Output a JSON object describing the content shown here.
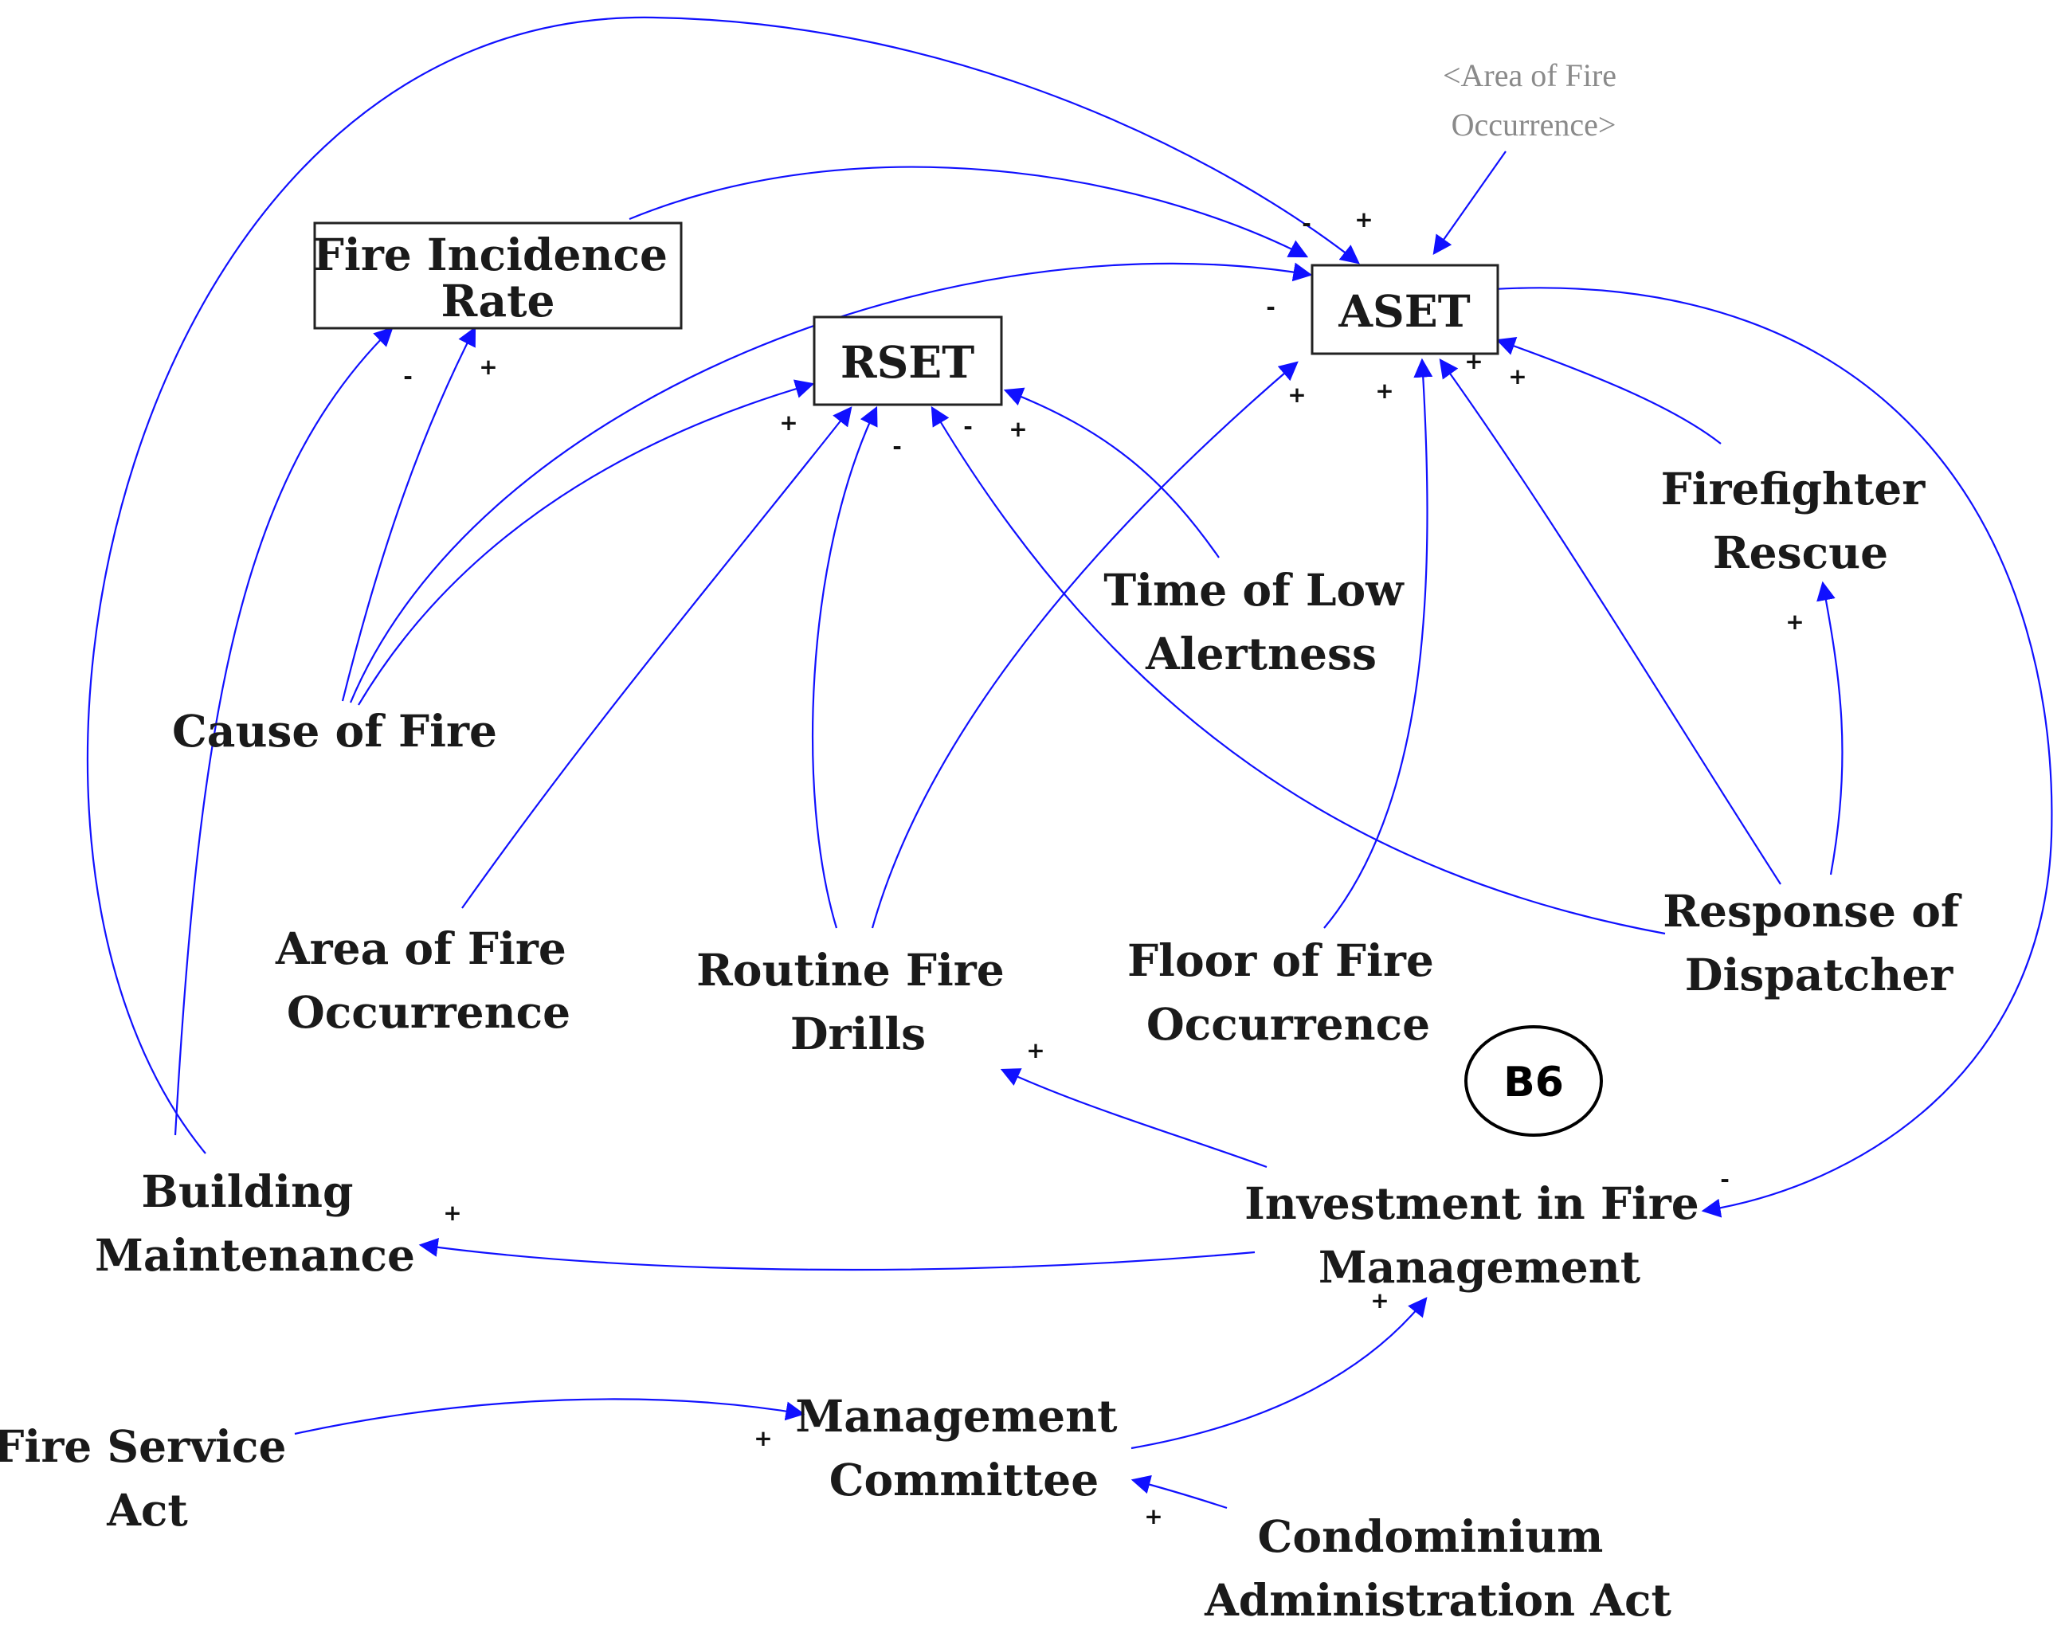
{
  "stocks": {
    "fire_incidence_rate": [
      "Fire Incidence",
      "Rate"
    ],
    "rset": [
      "RSET"
    ],
    "aset": [
      "ASET"
    ]
  },
  "variables": {
    "cause_of_fire": [
      "Cause of Fire"
    ],
    "time_of_low_alertness": [
      "Time of Low",
      "Alertness"
    ],
    "firefighter_rescue": [
      "Firefighter",
      "Rescue"
    ],
    "area_of_fire_occurrence": [
      "Area of Fire",
      "Occurrence"
    ],
    "routine_fire_drills": [
      "Routine Fire",
      "Drills"
    ],
    "floor_of_fire_occurrence": [
      "Floor of Fire",
      "Occurrence"
    ],
    "response_of_dispatcher": [
      "Response of",
      "Dispatcher"
    ],
    "building_maintenance": [
      "Building",
      "Maintenance"
    ],
    "investment_in_fire_management": [
      "Investment in Fire",
      "Management"
    ],
    "fire_service_act": [
      "Fire Service",
      "Act"
    ],
    "management_committee": [
      "Management",
      "Committee"
    ],
    "condominium_administration_act": [
      "Condominium",
      "Administration Act"
    ]
  },
  "shadow_variable": [
    "<Area of Fire",
    "Occurrence>"
  ],
  "loop": {
    "label": "B6"
  },
  "links": [
    {
      "from": "building_maintenance",
      "to": "aset",
      "polarity": "-"
    },
    {
      "from": "fire_incidence_rate",
      "to": "aset",
      "polarity": "+"
    },
    {
      "from": "shadow_area_of_fire_occurrence",
      "to": "aset",
      "polarity": ""
    },
    {
      "from": "cause_of_fire",
      "to": "aset",
      "polarity": "-"
    },
    {
      "from": "building_maintenance",
      "to": "fire_incidence_rate",
      "polarity": "-"
    },
    {
      "from": "cause_of_fire",
      "to": "fire_incidence_rate",
      "polarity": "+"
    },
    {
      "from": "cause_of_fire",
      "to": "rset",
      "polarity": "+"
    },
    {
      "from": "area_of_fire_occurrence",
      "to": "rset",
      "polarity": ""
    },
    {
      "from": "routine_fire_drills",
      "to": "rset",
      "polarity": "-"
    },
    {
      "from": "response_of_dispatcher",
      "to": "rset",
      "polarity": "-"
    },
    {
      "from": "time_of_low_alertness",
      "to": "rset",
      "polarity": "+"
    },
    {
      "from": "routine_fire_drills",
      "to": "aset",
      "polarity": "+"
    },
    {
      "from": "floor_of_fire_occurrence",
      "to": "aset",
      "polarity": "+"
    },
    {
      "from": "response_of_dispatcher",
      "to": "aset",
      "polarity": "+"
    },
    {
      "from": "firefighter_rescue",
      "to": "aset",
      "polarity": "+"
    },
    {
      "from": "response_of_dispatcher",
      "to": "firefighter_rescue",
      "polarity": "+"
    },
    {
      "from": "aset",
      "to": "investment_in_fire_management",
      "polarity": "-"
    },
    {
      "from": "investment_in_fire_management",
      "to": "routine_fire_drills",
      "polarity": "+"
    },
    {
      "from": "investment_in_fire_management",
      "to": "building_maintenance",
      "polarity": "+"
    },
    {
      "from": "management_committee",
      "to": "investment_in_fire_management",
      "polarity": "+"
    },
    {
      "from": "fire_service_act",
      "to": "management_committee",
      "polarity": "+"
    },
    {
      "from": "condominium_administration_act",
      "to": "management_committee",
      "polarity": "+"
    }
  ],
  "colors": {
    "link": "#1010ff",
    "text": "#1a1a1a",
    "shadow_text": "#8a8a8a"
  }
}
